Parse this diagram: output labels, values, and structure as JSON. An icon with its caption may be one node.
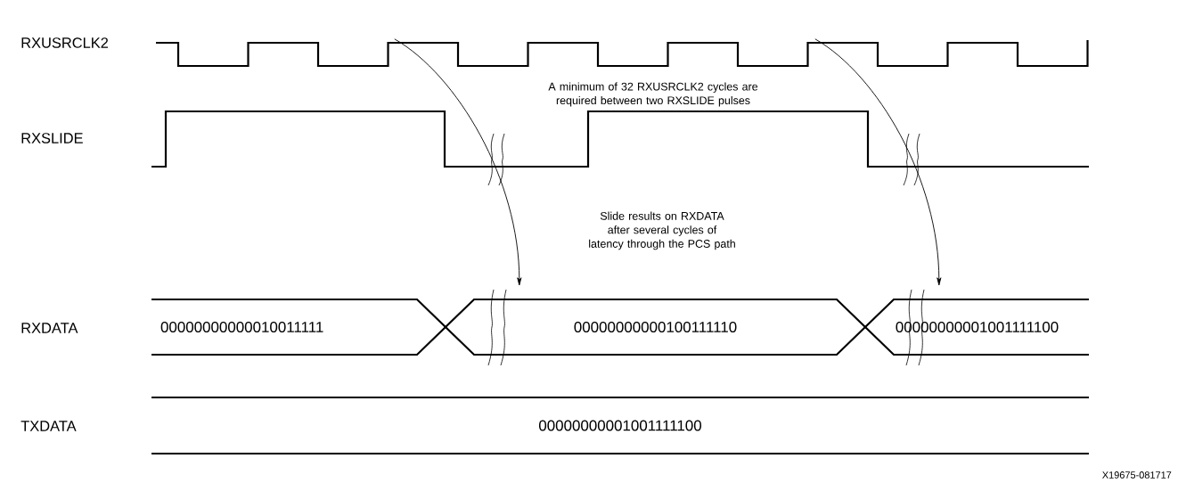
{
  "diagram": {
    "nodes": [
      {
        "text": [],
        "shape": "picture"
      },
      {
        "text": [
          "00000000000010011111"
        ]
      },
      {
        "text": [
          "00000000000100111110"
        ]
      },
      {
        "text": [
          "00000000001001111100"
        ]
      },
      {
        "text": [
          "00000000001001111100"
        ]
      }
    ],
    "edges": [
      {
        "from": 0,
        "to": 2,
        "arrow": "to"
      },
      {
        "from": 0,
        "to": 3,
        "arrow": "to"
      }
    ],
    "labels": [
      "RXUSRCLK2",
      "A minimum of 32 RXUSRCLK2 cycles are required between two RXSLIDE pulses",
      "RXSLIDE",
      "Slide results on RXDATA after several cycles of latency through the PCS path",
      "RXDATA",
      "TXDATA",
      "X19675-081717"
    ]
  }
}
